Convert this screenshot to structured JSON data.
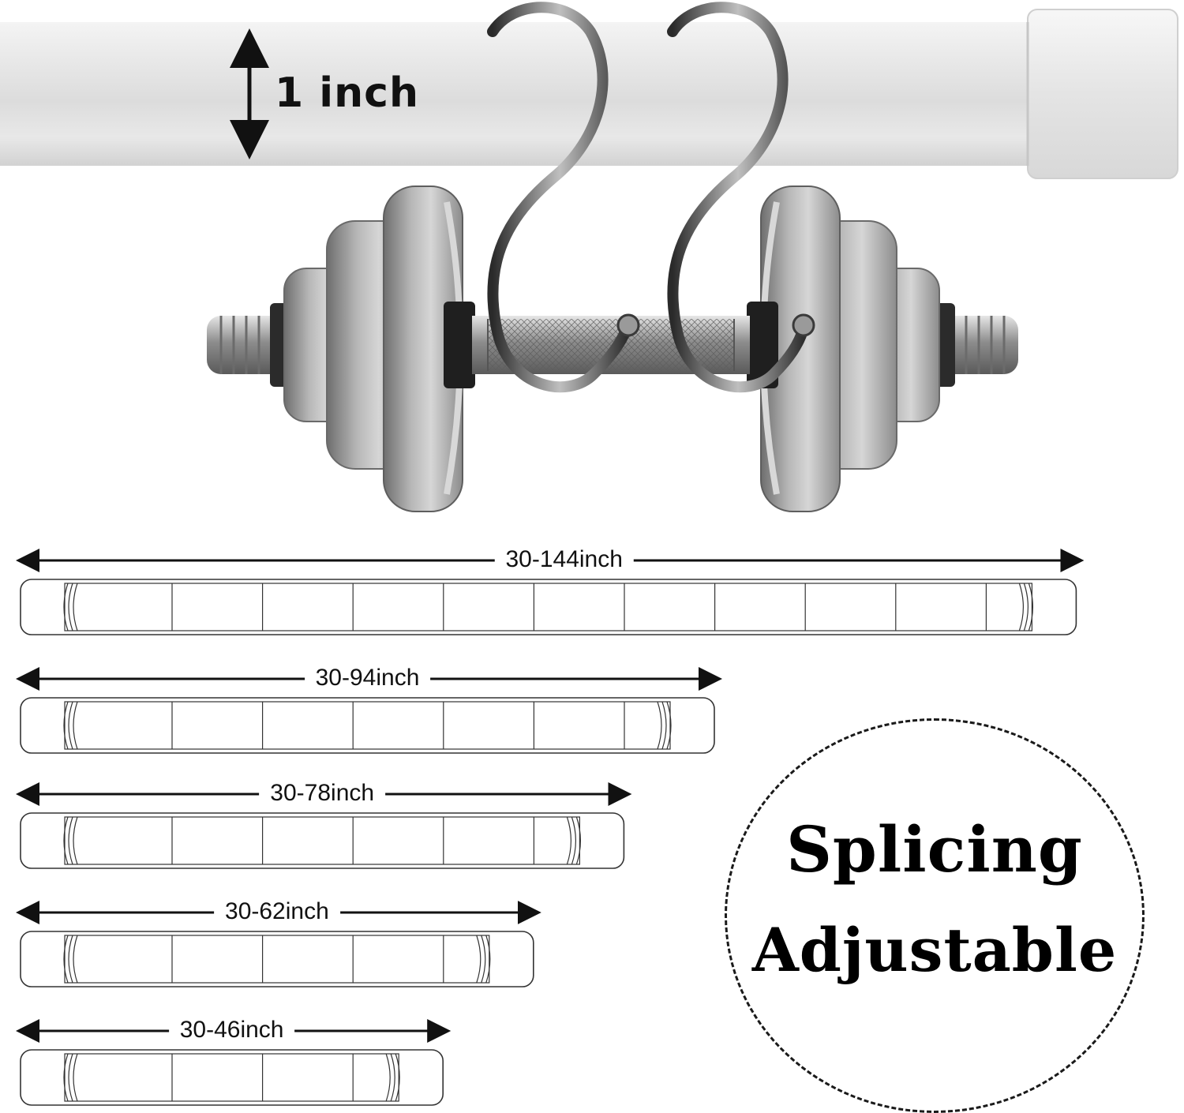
{
  "diameter": {
    "label": "1 inch"
  },
  "lengths": [
    {
      "label": "30-144inch",
      "segments": 10
    },
    {
      "label": "30-94inch",
      "segments": 6
    },
    {
      "label": "30-78inch",
      "segments": 5
    },
    {
      "label": "30-62inch",
      "segments": 4
    },
    {
      "label": "30-46inch",
      "segments": 3
    }
  ],
  "badge": {
    "line1": "Splicing",
    "line2": "Adjustable"
  },
  "colors": {
    "rod": "#e9e9e9",
    "steel": "#9a9a9a",
    "dark_steel": "#3c3c3c",
    "outline": "#333333"
  },
  "icons": {
    "rod": "curtain-rod",
    "hooks": "s-hook",
    "weight": "dumbbell",
    "arrow": "double-headed-arrow"
  }
}
